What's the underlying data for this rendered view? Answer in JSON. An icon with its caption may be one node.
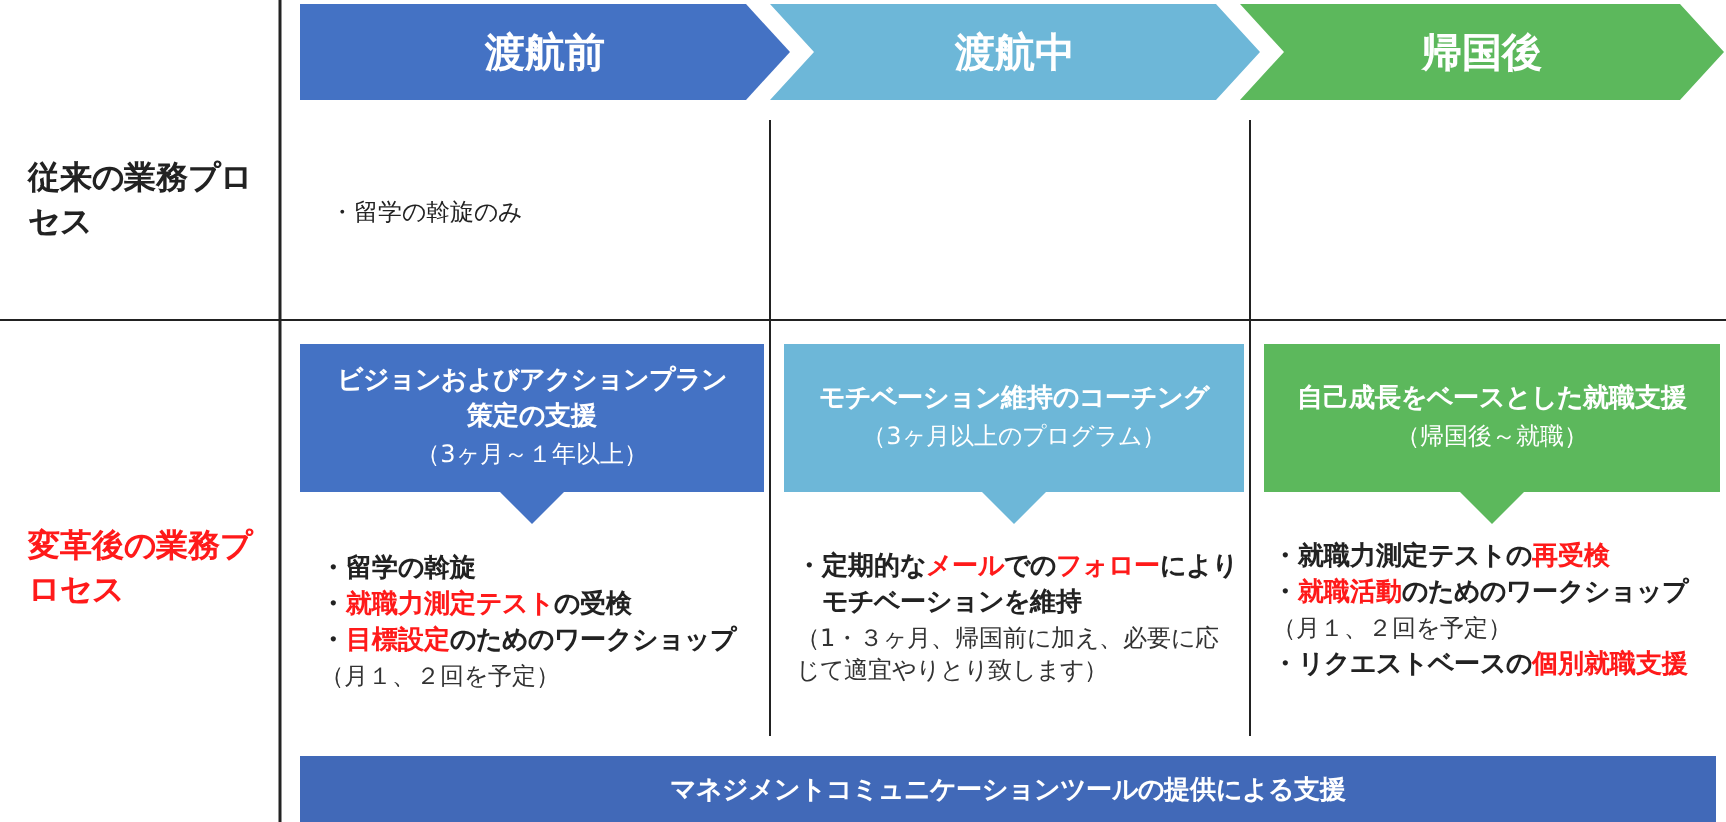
{
  "diagram": {
    "nodes": [
      {
        "text": [
          "渡航前"
        ]
      },
      {
        "text": [
          "渡航中"
        ]
      },
      {
        "text": [
          "帰国後"
        ]
      },
      {
        "text": [
          "ビジョンおよびアクションプラン策定の支援",
          "（3ヶ月～１年以上）"
        ]
      },
      {
        "text": [
          "モチベーション維持のコーチング",
          "（3ヶ月以上のプログラム）"
        ]
      },
      {
        "text": [
          "自己成長をベースとした就職支援",
          "（帰国後～就職）"
        ]
      },
      {
        "text": [
          "マネジメントコミュニケーションツールの提供による支援"
        ]
      }
    ],
    "labels": [
      "従来の業務プロセス",
      "・留学の斡旋のみ",
      "変革後の業務プロセス",
      "・留学の斡旋",
      "・**就職力測定テスト**の受検",
      "・**目標設定**のためのワークショップ",
      "（月１、２回を予定）",
      "・定期的な**メール**での**フォロー**によりモチベーションを維持",
      "（1・３ヶ月、帰国前に加え、必要に応じて適宜やりとり致します）",
      "・就職力測定テストの**再受検**",
      "・**就職活動**のためのワークショップ",
      "（月１、２回を予定）",
      "・リクエストベースの**個別就職支援**"
    ]
  }
}
